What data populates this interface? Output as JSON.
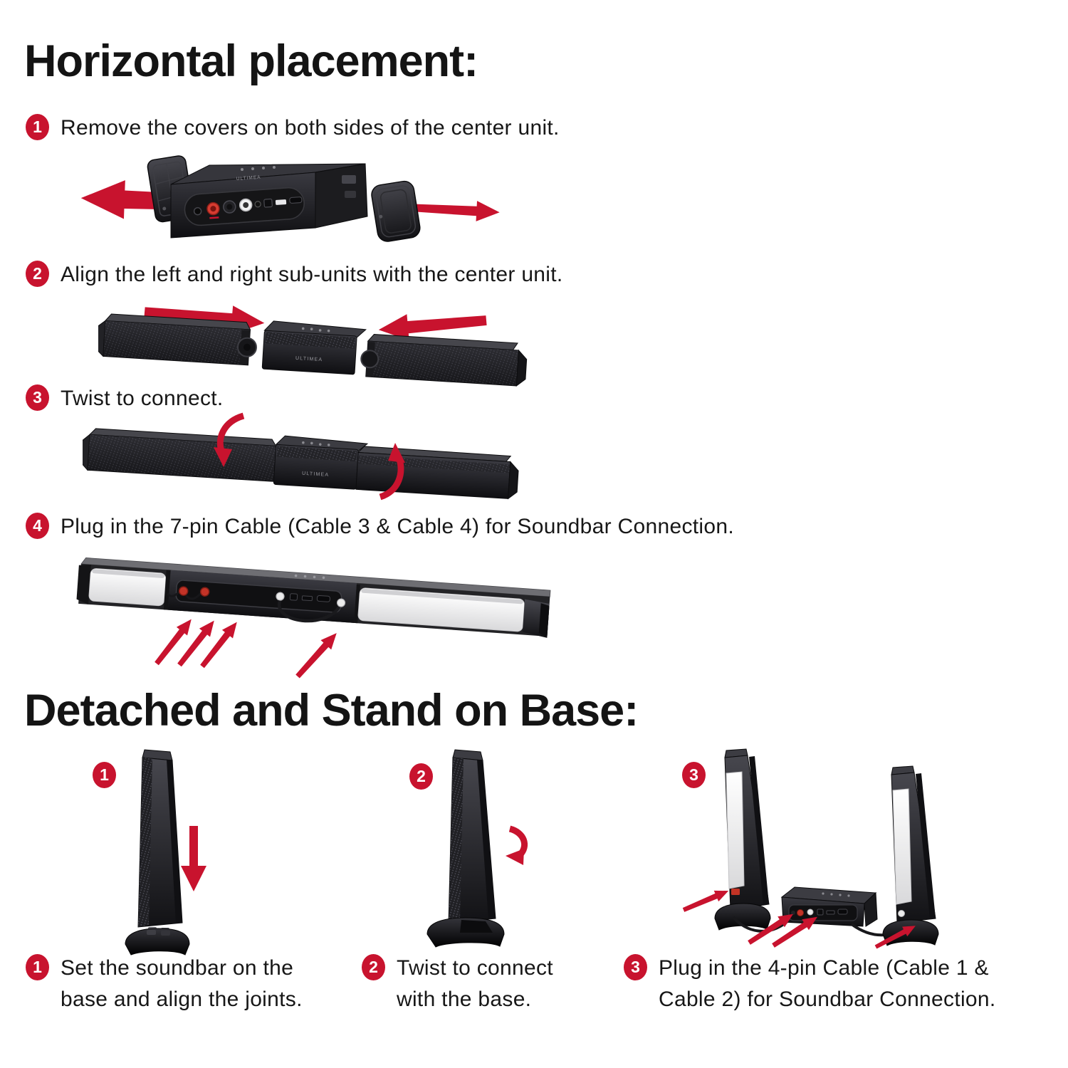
{
  "meta": {
    "accent_red": "#c8132e",
    "text_color": "#141414",
    "background": "#ffffff"
  },
  "brand_label": "ULTIMEA",
  "horizontal_section": {
    "heading": "Horizontal placement:",
    "steps": [
      {
        "num": "1",
        "text": "Remove the covers on both sides of the center unit."
      },
      {
        "num": "2",
        "text": "Align the left and right sub-units with the center unit."
      },
      {
        "num": "3",
        "text": "Twist to connect."
      },
      {
        "num": "4",
        "text": "Plug in the 7-pin Cable (Cable 3 & Cable 4) for Soundbar Connection."
      }
    ]
  },
  "base_section": {
    "heading": "Detached and Stand on Base:",
    "figures": [
      {
        "badge": "1"
      },
      {
        "badge": "2"
      },
      {
        "badge": "3"
      }
    ],
    "captions": [
      {
        "num": "1",
        "text": "Set the soundbar on the base and align the joints."
      },
      {
        "num": "2",
        "text": "Twist to connect with the base."
      },
      {
        "num": "3",
        "text": "Plug in the 4-pin Cable (Cable 1 & Cable 2) for Soundbar Connection."
      }
    ]
  }
}
